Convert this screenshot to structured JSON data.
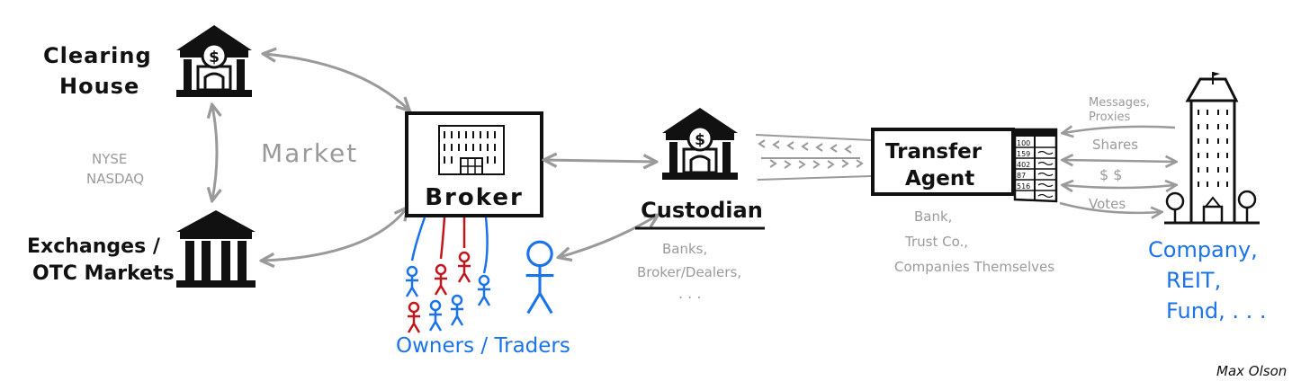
{
  "nodes": {
    "clearing_house": [
      "Clearing",
      "House"
    ],
    "exchanges": [
      "Exchanges /",
      "OTC Markets"
    ],
    "broker": "Broker",
    "custodian": "Custodian",
    "transfer_agent": [
      "Transfer",
      "Agent"
    ],
    "company": [
      "Company,",
      "REIT,",
      "Fund, . . ."
    ]
  },
  "labels": {
    "market": "Market",
    "nyse": "NYSE",
    "nasdaq": "NASDAQ",
    "owners_traders": "Owners / Traders",
    "custodian_examples": [
      "Banks,",
      "Broker/Dealers,",
      ". . ."
    ],
    "transfer_agent_examples": [
      "Bank,",
      "Trust Co.,",
      "Companies Themselves"
    ],
    "messages_proxies": [
      "Messages,",
      "Proxies"
    ],
    "shares": "Shares",
    "money": "$ $",
    "votes": "Votes"
  },
  "ledger": [
    "100",
    "159",
    "402",
    "87",
    "516"
  ],
  "signature": "Max Olson",
  "colors": {
    "ink": "#111111",
    "gray": "#9a9a9a",
    "blue": "#1a73e8",
    "red": "#c0161c"
  }
}
